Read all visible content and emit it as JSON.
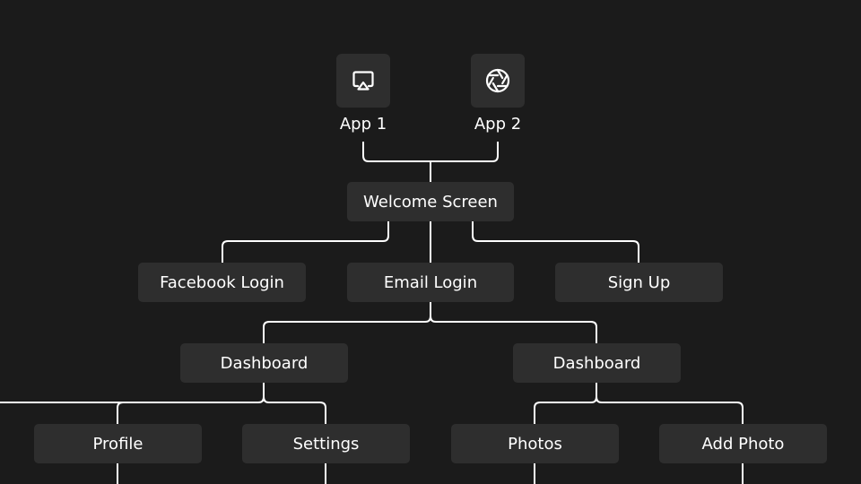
{
  "colors": {
    "background": "#1b1b1b",
    "node_fill": "#2e2e2e",
    "connector": "#ffffff",
    "text": "#ffffff"
  },
  "apps": [
    {
      "label": "App 1",
      "icon": "airplay-icon"
    },
    {
      "label": "App 2",
      "icon": "aperture-icon"
    }
  ],
  "nodes": {
    "welcome": "Welcome Screen",
    "facebook_login": "Facebook Login",
    "email_login": "Email Login",
    "sign_up": "Sign Up",
    "dashboard_left": "Dashboard",
    "dashboard_right": "Dashboard",
    "profile": "Profile",
    "settings": "Settings",
    "photos": "Photos",
    "add_photo": "Add Photo"
  }
}
